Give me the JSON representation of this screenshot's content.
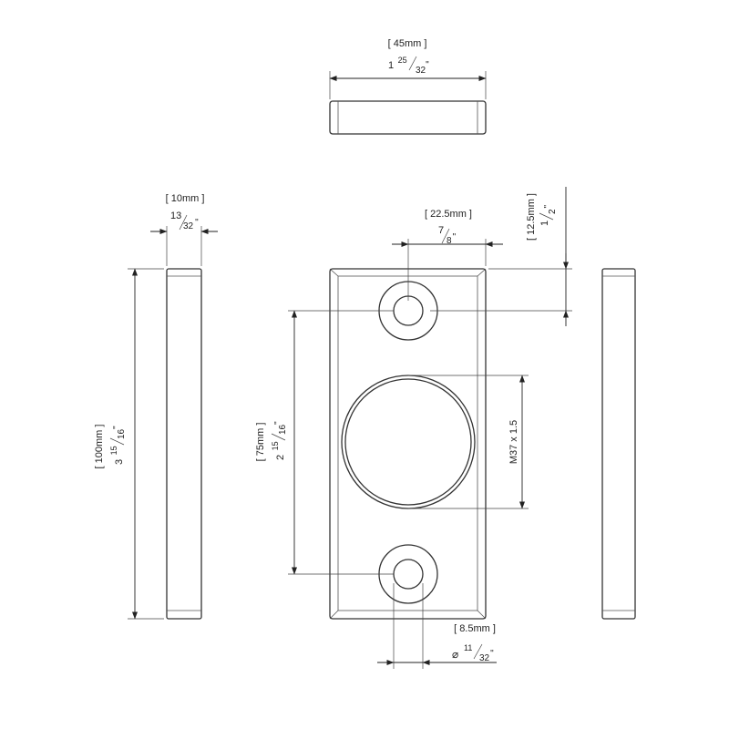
{
  "dimensions": {
    "width": {
      "mm": "[ 45mm ]",
      "whole": "1",
      "num": "25",
      "den": "32",
      "unit": "\""
    },
    "thickness": {
      "mm": "[ 10mm ]",
      "num": "13",
      "den": "32",
      "unit": "\""
    },
    "hole_spacing_x": {
      "mm": "[ 22.5mm ]",
      "num": "7",
      "den": "8",
      "unit": "\""
    },
    "hole_offset_top": {
      "mm": "[ 12.5mm ]",
      "num": "1",
      "den": "2",
      "unit": "\""
    },
    "length": {
      "mm": "[ 100mm ]",
      "whole": "3",
      "num": "15",
      "den": "16",
      "unit": "\""
    },
    "hole_spacing_y": {
      "mm": "[ 75mm ]",
      "whole": "2",
      "num": "15",
      "den": "16",
      "unit": "\""
    },
    "thread": {
      "label": "M37 x 1.5"
    },
    "hole_diameter": {
      "mm": "[ 8.5mm ]",
      "symbol": "⌀",
      "num": "11",
      "den": "32",
      "unit": "\""
    }
  }
}
